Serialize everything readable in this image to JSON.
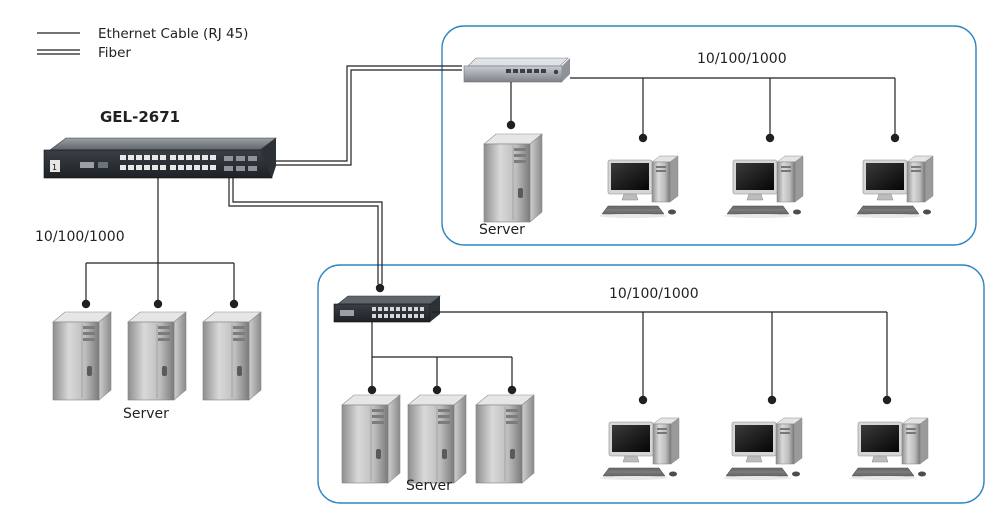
{
  "legend": {
    "ethernet": "Ethernet Cable (RJ 45)",
    "fiber": "Fiber"
  },
  "main_switch": {
    "model": "GEL-2671"
  },
  "main_section": {
    "speed": "10/100/1000",
    "server_label": "Server"
  },
  "network_top": {
    "speed": "10/100/1000",
    "server_label": "Server"
  },
  "network_bottom": {
    "speed": "10/100/1000",
    "server_label": "Server"
  },
  "colors": {
    "box_border": "#2e86c1",
    "line": "#231f20",
    "node": "#231f20"
  }
}
